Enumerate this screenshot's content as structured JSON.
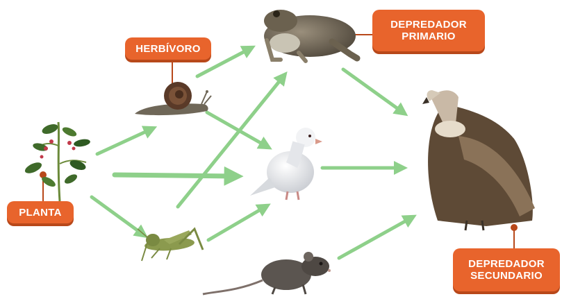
{
  "labels": {
    "herbivoro": "HERBÍVORO",
    "depredador_primario": [
      "DEPREDADOR",
      "PRIMARIO"
    ],
    "planta": "PLANTA",
    "depredador_secundario": [
      "DEPREDADOR",
      "SECUNDARIO"
    ]
  },
  "organisms": [
    "plant-icon",
    "snail-icon",
    "grasshopper-icon",
    "toad-icon",
    "dove-icon",
    "rat-icon",
    "vulture-icon"
  ],
  "colors": {
    "arrow": "#8ed08a",
    "label_bg": "#e8642c",
    "label_shadow": "#b8481a",
    "connector": "#b8481a"
  }
}
